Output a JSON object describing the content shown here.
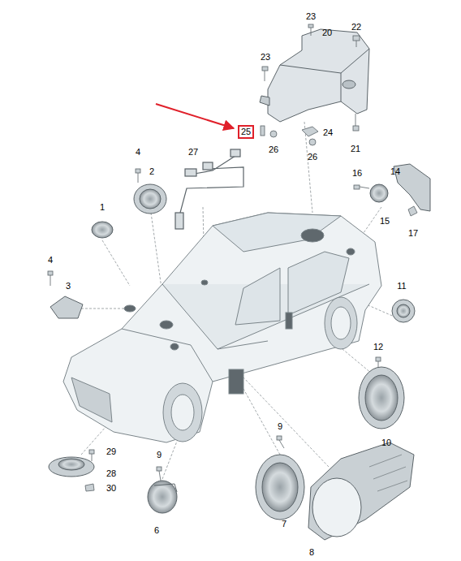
{
  "diagram": {
    "nodes": [
      {
        "text": [
          "25"
        ]
      }
    ],
    "labels": [
      "23",
      "20",
      "22",
      "23",
      "24",
      "26",
      "26",
      "21",
      "4",
      "27",
      "2",
      "14",
      "16",
      "15",
      "17",
      "1",
      "4",
      "3",
      "11",
      "12",
      "10",
      "9",
      "29",
      "28",
      "30",
      "9",
      "6",
      "7",
      "8"
    ]
  }
}
